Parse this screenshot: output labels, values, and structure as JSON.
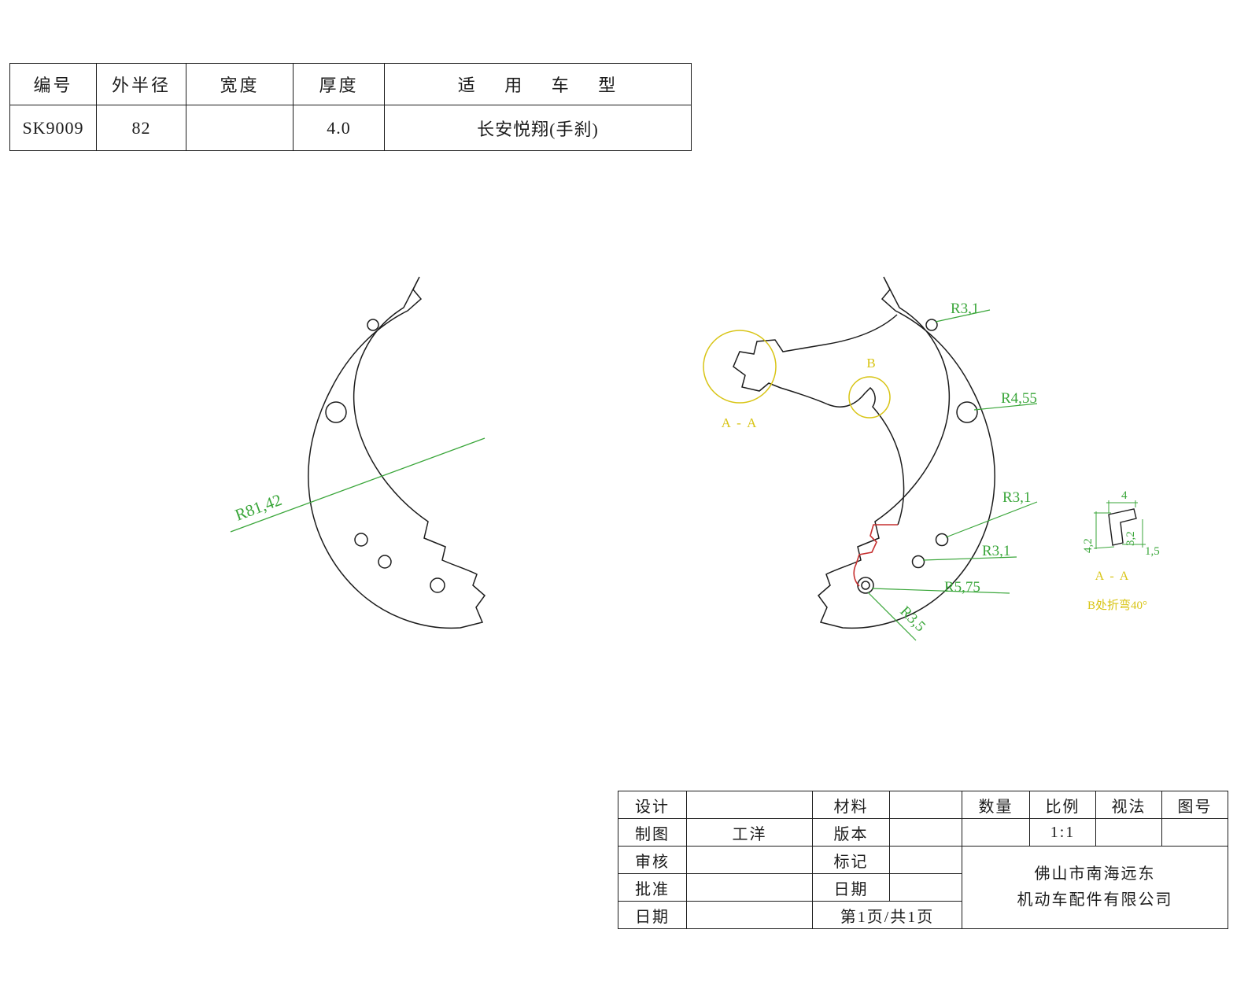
{
  "spec_table": {
    "col_number": "编号",
    "col_outer_radius": "外半径",
    "col_width": "宽度",
    "col_thickness": "厚度",
    "col_model": "适 用 车 型",
    "val_number": "SK9009",
    "val_outer_radius": "82",
    "val_width": "",
    "val_thickness": "4.0",
    "val_model": "长安悦翔(手刹)"
  },
  "drawing": {
    "dim_left_radius": "R81,42",
    "label_section_aa": "A - A",
    "label_detail_b": "B",
    "dim_r31_top": "R3,1",
    "dim_r455": "R4,55",
    "dim_r31_mid": "R3,1",
    "dim_r31_low": "R3,1",
    "dim_r575": "R5,75",
    "dim_r35": "R3,5",
    "section_detail": {
      "dim_top": "4",
      "dim_left": "4,2",
      "dim_mid": "3,2",
      "dim_right": "1,5",
      "label": "A - A",
      "bend_note": "B处折弯40°"
    }
  },
  "title_block": {
    "design": "设计",
    "draft": "制图",
    "draft_value": "工洋",
    "review": "审核",
    "approve": "批准",
    "date_left": "日期",
    "material": "材料",
    "version": "版本",
    "mark": "标记",
    "date_mid": "日期",
    "page_info": "第1页/共1页",
    "qty": "数量",
    "scale": "比例",
    "scale_value": "1:1",
    "view": "视法",
    "drawing_no": "图号",
    "company_line1": "佛山市南海远东",
    "company_line2": "机动车配件有限公司"
  },
  "colors": {
    "line": "#1c1c1c",
    "dimension_green": "#3aa63a",
    "highlight_yellow": "#d8c414",
    "highlight_red": "#c63030",
    "background": "#ffffff"
  }
}
